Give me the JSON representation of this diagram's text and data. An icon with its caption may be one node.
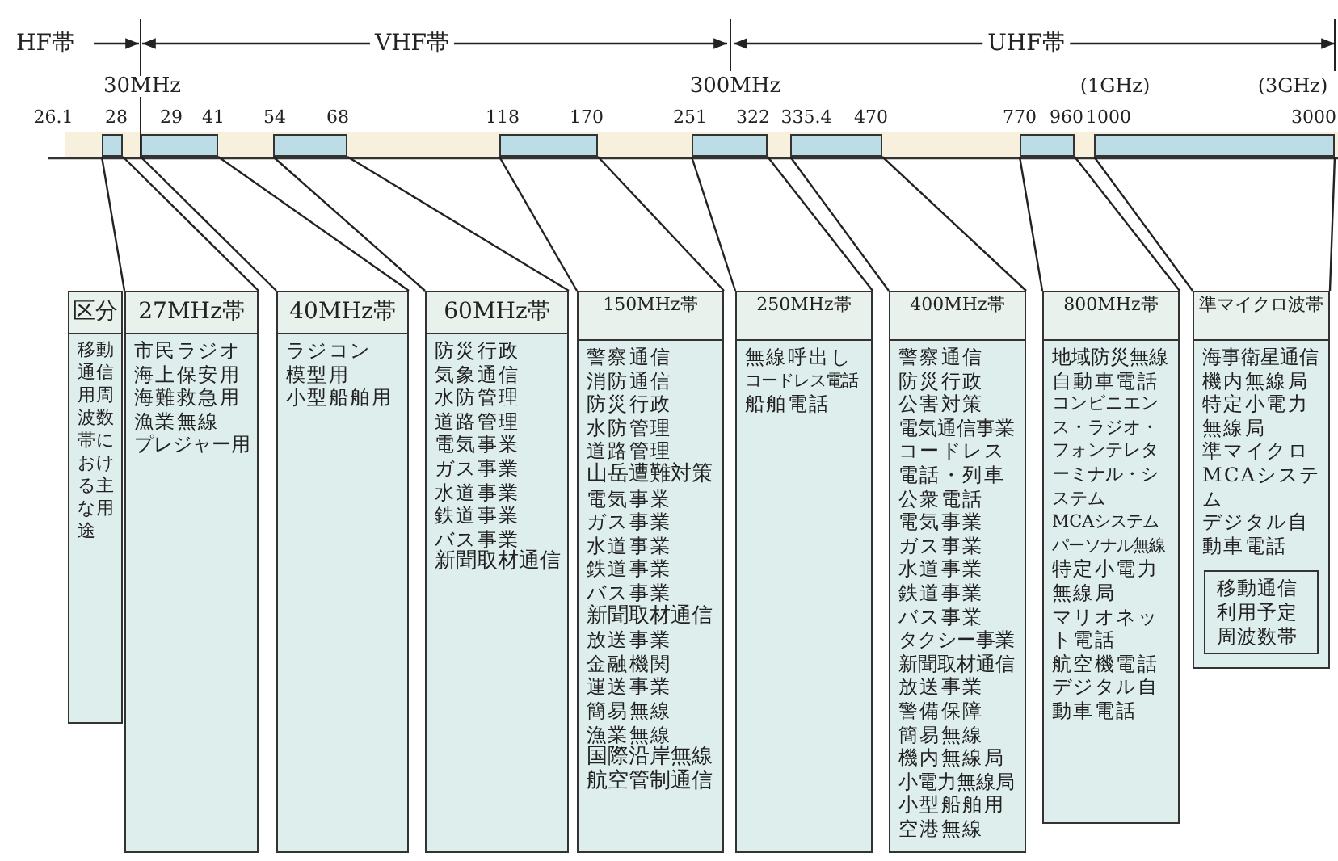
{
  "diagram": {
    "nodes": [
      {
        "text": [],
        "shape": "bar"
      },
      {
        "text": [],
        "shape": "bar"
      },
      {
        "text": [],
        "shape": "bar"
      },
      {
        "text": [],
        "shape": "bar"
      },
      {
        "text": [],
        "shape": "bar"
      },
      {
        "text": [],
        "shape": "bar"
      },
      {
        "text": [],
        "shape": "bar"
      },
      {
        "text": [],
        "shape": "bar"
      },
      {
        "text": [
          "区分",
          "移動通信用周波数帯における主な用途"
        ]
      },
      {
        "text": [
          "27MHz帯",
          "市民ラジオ",
          "海上保安用",
          "海難救急用",
          "漁業無線",
          "プレジャー用"
        ]
      },
      {
        "text": [
          "40MHz帯",
          "ラジコン",
          "模型用",
          "小型船舶用"
        ]
      },
      {
        "text": [
          "60MHz帯",
          "防災行政",
          "気象通信",
          "水防管理",
          "道路管理",
          "電気事業",
          "ガス事業",
          "水道事業",
          "鉄道事業",
          "バス事業",
          "新聞取材通信"
        ]
      },
      {
        "text": [
          "150MHz帯",
          "警察通信",
          "消防通信",
          "防災行政",
          "水防管理",
          "道路管理",
          "山岳遭難対策",
          "電気事業",
          "ガス事業",
          "水道事業",
          "鉄道事業",
          "バス事業",
          "新聞取材通信",
          "放送事業",
          "金融機関",
          "運送事業",
          "簡易無線",
          "漁業無線",
          "国際沿岸無線",
          "航空管制通信"
        ]
      },
      {
        "text": [
          "250MHz帯",
          "無線呼出し",
          "コードレス電話",
          "船舶電話"
        ]
      },
      {
        "text": [
          "400MHz帯",
          "警察通信",
          "防災行政",
          "公害対策",
          "電気通信事業",
          "コードレス電話・列車公衆電話",
          "電気事業",
          "ガス事業",
          "水道事業",
          "鉄道事業",
          "バス事業",
          "タクシー事業",
          "新聞取材通信",
          "放送事業",
          "警備保障",
          "簡易無線",
          "機内無線局",
          "小電力無線局",
          "小型船舶用",
          "空港無線"
        ]
      },
      {
        "text": [
          "800MHz帯",
          "地域防災無線",
          "自動車電話",
          "コンビニエンス・ラジオ・フォンテレターミナル・システム",
          "MCAシステム",
          "パーソナル無線",
          "特定小電力無線局",
          "マリオネット電話",
          "航空機電話",
          "デジタル自動車電話"
        ]
      },
      {
        "text": [
          "準マイクロ波帯",
          "海事衛星通信",
          "機内無線局",
          "特定小電力無線局",
          "準マイクロMCAシステム",
          "デジタル自動車電話"
        ]
      },
      {
        "text": [
          "移動通信利用予定周波数帯"
        ],
        "in": 16
      }
    ],
    "edges": [
      {
        "from": 0,
        "to": 9,
        "arrow": "none"
      },
      {
        "from": 0,
        "to": 9,
        "arrow": "none"
      },
      {
        "from": 1,
        "to": 10,
        "arrow": "none"
      },
      {
        "from": 1,
        "to": 10,
        "arrow": "none"
      },
      {
        "from": 2,
        "to": 11,
        "arrow": "none"
      },
      {
        "from": 2,
        "to": 11,
        "arrow": "none"
      },
      {
        "from": 3,
        "to": 12,
        "arrow": "none"
      },
      {
        "from": 3,
        "to": 12,
        "arrow": "none"
      },
      {
        "from": 4,
        "to": 13,
        "arrow": "none"
      },
      {
        "from": 4,
        "to": 13,
        "arrow": "none"
      },
      {
        "from": 5,
        "to": 14,
        "arrow": "none"
      },
      {
        "from": 5,
        "to": 14,
        "arrow": "none"
      },
      {
        "from": 6,
        "to": 15,
        "arrow": "none"
      },
      {
        "from": 6,
        "to": 15,
        "arrow": "none"
      },
      {
        "from": 7,
        "to": 16,
        "arrow": "none"
      },
      {
        "from": 7,
        "to": 16,
        "arrow": "none"
      }
    ],
    "labels": [
      "HF帯",
      "VHF帯",
      "UHF帯",
      "30MHz",
      "300MHz",
      "(1GHz)",
      "(3GHz)",
      "26.1",
      "28",
      "29",
      "41",
      "54",
      "68",
      "118",
      "170",
      "251",
      "322",
      "335.4",
      "470",
      "770",
      "960",
      "1000",
      "3000"
    ]
  }
}
